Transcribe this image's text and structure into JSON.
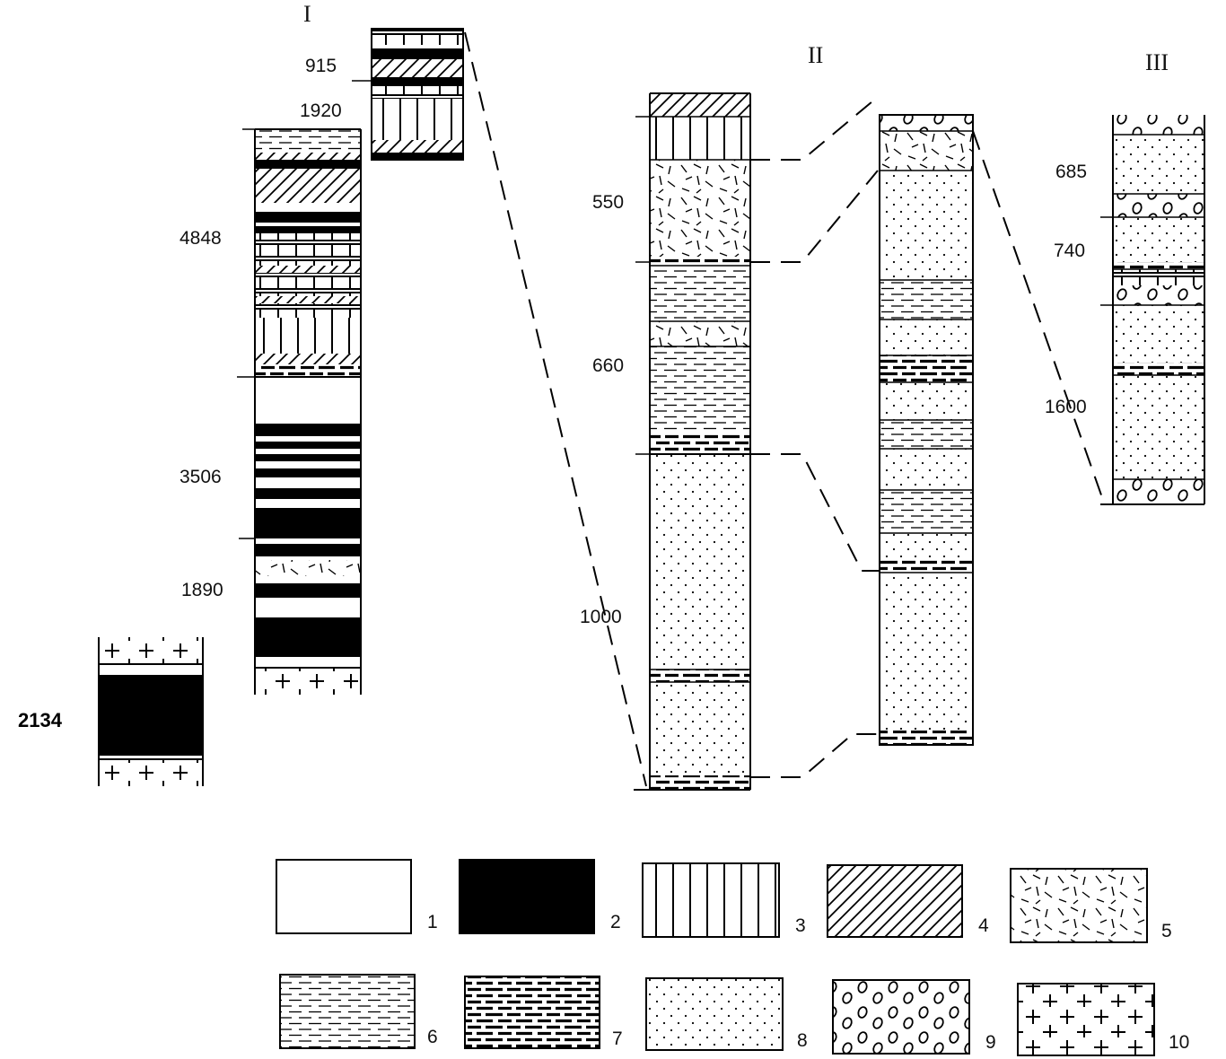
{
  "columns": [
    {
      "id": "I",
      "label": "I"
    },
    {
      "id": "II",
      "label": "II"
    },
    {
      "id": "III",
      "label": "III"
    }
  ],
  "thickness_labels": {
    "basement": "2134",
    "col1": [
      "915",
      "1920",
      "4848",
      "3506",
      "1890"
    ],
    "col2": [
      "550",
      "660",
      "1000"
    ],
    "col3": [
      "685",
      "740",
      "1600"
    ]
  },
  "legend": [
    {
      "num": "1",
      "pattern": "blank"
    },
    {
      "num": "2",
      "pattern": "solid-black"
    },
    {
      "num": "3",
      "pattern": "vertical-lines"
    },
    {
      "num": "4",
      "pattern": "diagonal-hatch"
    },
    {
      "num": "5",
      "pattern": "random-dashes"
    },
    {
      "num": "6",
      "pattern": "thin-dashes"
    },
    {
      "num": "7",
      "pattern": "thick-dashes"
    },
    {
      "num": "8",
      "pattern": "dots"
    },
    {
      "num": "9",
      "pattern": "pebbles"
    },
    {
      "num": "10",
      "pattern": "crosses"
    }
  ]
}
